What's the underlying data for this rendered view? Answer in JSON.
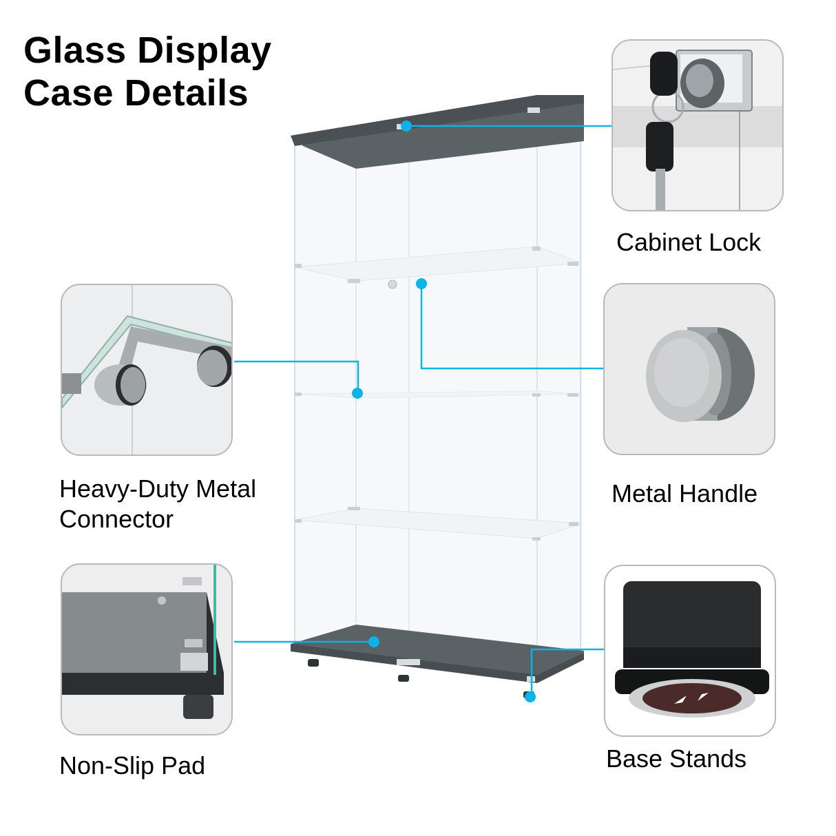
{
  "title": {
    "line1": "Glass Display",
    "line2": "Case Details"
  },
  "accent_color": "#0ab4e8",
  "features": [
    {
      "id": "cabinet-lock",
      "label": "Cabinet Lock",
      "icon": "lock-icon"
    },
    {
      "id": "metal-connector",
      "label_line1": "Heavy-Duty Metal",
      "label_line2": "Connector",
      "icon": "connector-icon"
    },
    {
      "id": "metal-handle",
      "label": "Metal Handle",
      "icon": "handle-icon"
    },
    {
      "id": "non-slip-pad",
      "label": "Non-Slip Pad",
      "icon": "pad-icon"
    },
    {
      "id": "base-stands",
      "label": "Base Stands",
      "icon": "stand-icon"
    }
  ]
}
